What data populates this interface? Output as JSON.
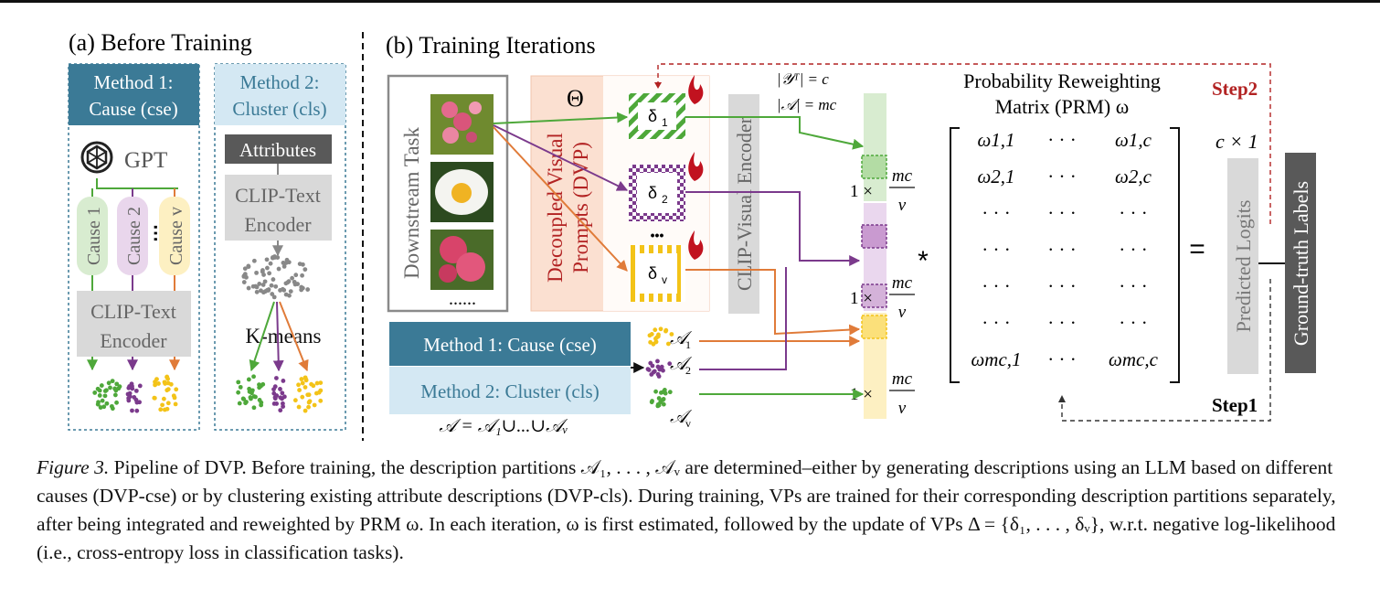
{
  "panels": {
    "before_training": {
      "title": "(a) Before Training",
      "method1_box": {
        "line1": "Method 1:",
        "line2": "Cause (cse)"
      },
      "method2_box": {
        "line1": "Method 2:",
        "line2": "Cluster (cls)"
      },
      "gpt_label": "GPT",
      "causes": [
        "Cause 1",
        "Cause 2",
        "Cause v"
      ],
      "cause_ellipsis": "⋯",
      "clip_text_encoder_1": {
        "line1": "CLIP-Text",
        "line2": "Encoder"
      },
      "attributes_label": "Attributes",
      "clip_text_encoder_2": {
        "line1": "CLIP-Text",
        "line2": "Encoder"
      },
      "kmeans_label": "K-means"
    },
    "training_iterations": {
      "title": "(b) Training Iterations",
      "downstream_task": "Downstream Task",
      "image_dots": "......",
      "theta": "Θ",
      "dvp_label": {
        "line1": "Decoupled Visual",
        "line2": "Prompts (DVP)"
      },
      "prompts": [
        {
          "base": "δ",
          "sub": "1",
          "color": "#4ea83a"
        },
        {
          "base": "δ",
          "sub": "2",
          "color": "#7b3a8c"
        },
        {
          "base": "δ",
          "sub": "v",
          "color": "#f3c318"
        }
      ],
      "prompt_ellipsis": "•••",
      "clip_visual_encoder": "CLIP-Visual Encoder",
      "set_sizes": {
        "line1": "|𝒴ᵀ| = c",
        "line2": "|𝒜| = mc"
      },
      "feature_sizes": [
        "1 ×",
        "1 ×",
        "1 ×"
      ],
      "feature_fraction": {
        "num": "mc",
        "den": "v"
      },
      "method1_bar": "Method 1: Cause (cse)",
      "method2_bar": "Method 2: Cluster (cls)",
      "union_formula": "𝒜 = 𝒜₁∪...∪𝒜ᵥ",
      "partition_labels": [
        "𝒜",
        "𝒜",
        "𝒜"
      ],
      "partition_subs": [
        "1",
        "2",
        "v"
      ],
      "multiply": "*",
      "prm_title": {
        "line1": "Probability Reweighting",
        "line2": "Matrix (PRM) ω"
      },
      "matrix_rows": [
        [
          "ω1,1",
          "· · ·",
          "ω1,c"
        ],
        [
          "ω2,1",
          "· · ·",
          "ω2,c"
        ],
        [
          "· · ·",
          "· · ·",
          "· · ·"
        ],
        [
          "· · ·",
          "· · ·",
          "· · ·"
        ],
        [
          "· · ·",
          "· · ·",
          "· · ·"
        ],
        [
          "· · ·",
          "· · ·",
          "· · ·"
        ],
        [
          "ωmc,1",
          "· · ·",
          "ωmc,c"
        ]
      ],
      "step1": "Step1",
      "step2": "Step2",
      "equals": "=",
      "output_size": "c × 1",
      "predicted_logits": "Predicted Logits",
      "ground_truth": "Ground-truth Labels"
    }
  },
  "caption": {
    "label": "Figure 3.",
    "text": " Pipeline of DVP. Before training, the description partitions 𝒜₁, . . . , 𝒜ᵥ are determined–either by generating descriptions using an LLM based on different causes (DVP-cse) or by clustering existing attribute descriptions (DVP-cls). During training, VPs are trained for their corresponding description partitions separately, after being integrated and reweighted by PRM ω. In each iteration, ω is first estimated, followed by the update of VPs Δ = {δ₁, . . . , δᵥ}, w.r.t. negative log-likelihood (i.e., cross-entropy loss in classification tasks)."
  },
  "colors": {
    "green": "#4ea83a",
    "purple": "#7b3a8c",
    "orange": "#e07b39",
    "yellow": "#f3c318",
    "teal_dark": "#3b7a96",
    "light_blue": "#d4e8f3",
    "gray_box": "#d9d9d9",
    "dark_gray": "#595959",
    "step_red": "#b22222",
    "dvp_bg": "#fbe0d1"
  }
}
